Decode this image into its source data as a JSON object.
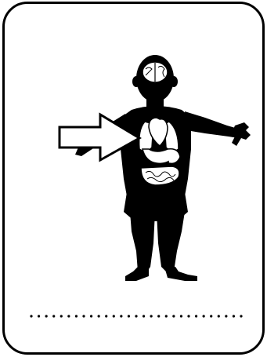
{
  "card": {
    "illustration": {
      "subject": "human-body-with-organs",
      "pointer": "arrow-pointing-at-heart",
      "colors": {
        "silhouette": "#000000",
        "organs": "#ffffff",
        "outline": "#000000",
        "background": "#ffffff"
      }
    },
    "answer_blank": {
      "dot_count": 29,
      "text": ""
    }
  }
}
